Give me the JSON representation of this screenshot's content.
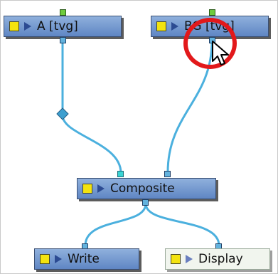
{
  "nodes": {
    "a": {
      "label": "A  [tvg]"
    },
    "bg": {
      "label": "BG  [tvg]"
    },
    "composite": {
      "label": "Composite"
    },
    "write": {
      "label": "Write"
    },
    "display": {
      "label": "Display"
    }
  },
  "colors": {
    "wire": "#4bb0de",
    "node_fill": "#6f93cd",
    "highlight_ring": "#e2191b",
    "swatch": "#f3e30f"
  }
}
